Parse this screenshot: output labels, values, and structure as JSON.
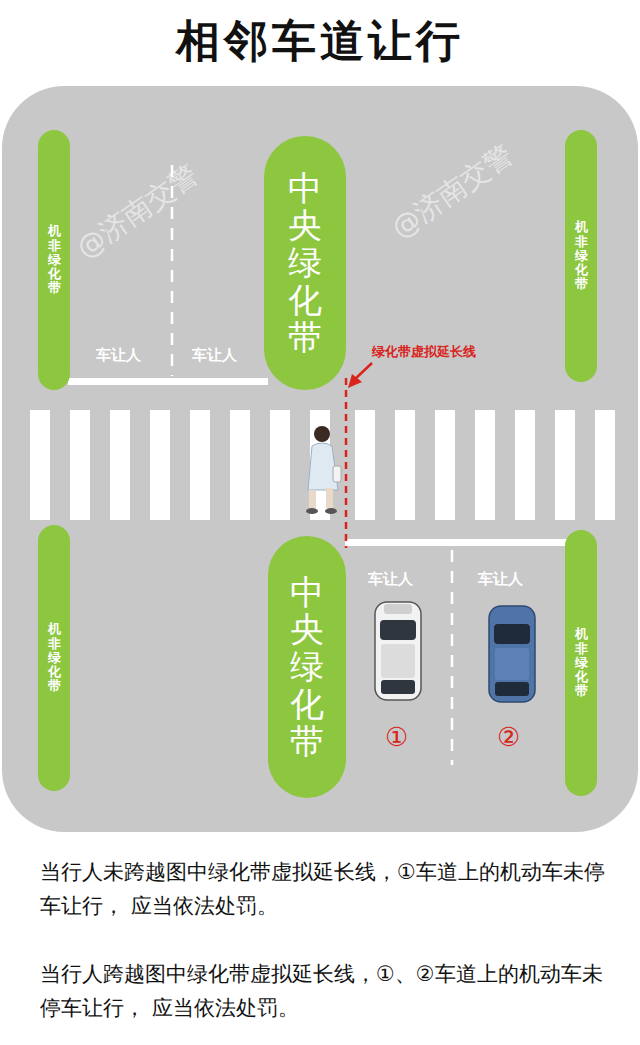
{
  "diagram": {
    "title": "相邻车道让行",
    "caption": "当行人未跨越图中绿化带虚拟延长线，①车道上的机动车未停车让行， 应当依法处罚。",
    "nodes": [
      {
        "text": [
          "机非绿化带"
        ]
      },
      {
        "text": [
          "中央绿化带"
        ]
      },
      {
        "text": [
          "机非绿化带"
        ]
      },
      {
        "text": [
          "机非绿化带"
        ]
      },
      {
        "text": [
          "中央绿化带"
        ]
      },
      {
        "text": [
          "机非绿化带"
        ]
      }
    ],
    "edges": [],
    "labels": [
      "车让人",
      "车让人",
      "车让人",
      "车让人",
      "绿化带虚拟延长线",
      "①",
      "②",
      "当行人跨越图中绿化带虚拟延长线，①、②车道上的机动车未停车让行， 应当依法处罚。",
      "@济南交警",
      "@济南交警"
    ]
  }
}
